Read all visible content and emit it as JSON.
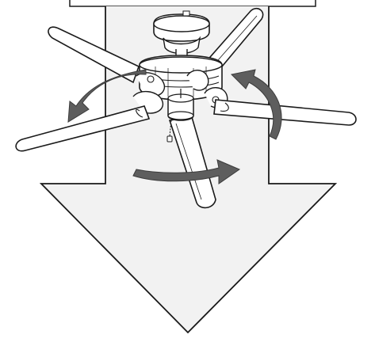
{
  "figure": {
    "subject": "ceiling-fan",
    "blade_count": 5,
    "rotation_direction": "counterclockwise",
    "airflow_direction": "downward",
    "colors": {
      "line": "#1a1a1a",
      "arrow_fill": "#f2f2f2",
      "rotation_arrow": "#5e5e5e",
      "blade_fill": "#ffffff"
    }
  }
}
